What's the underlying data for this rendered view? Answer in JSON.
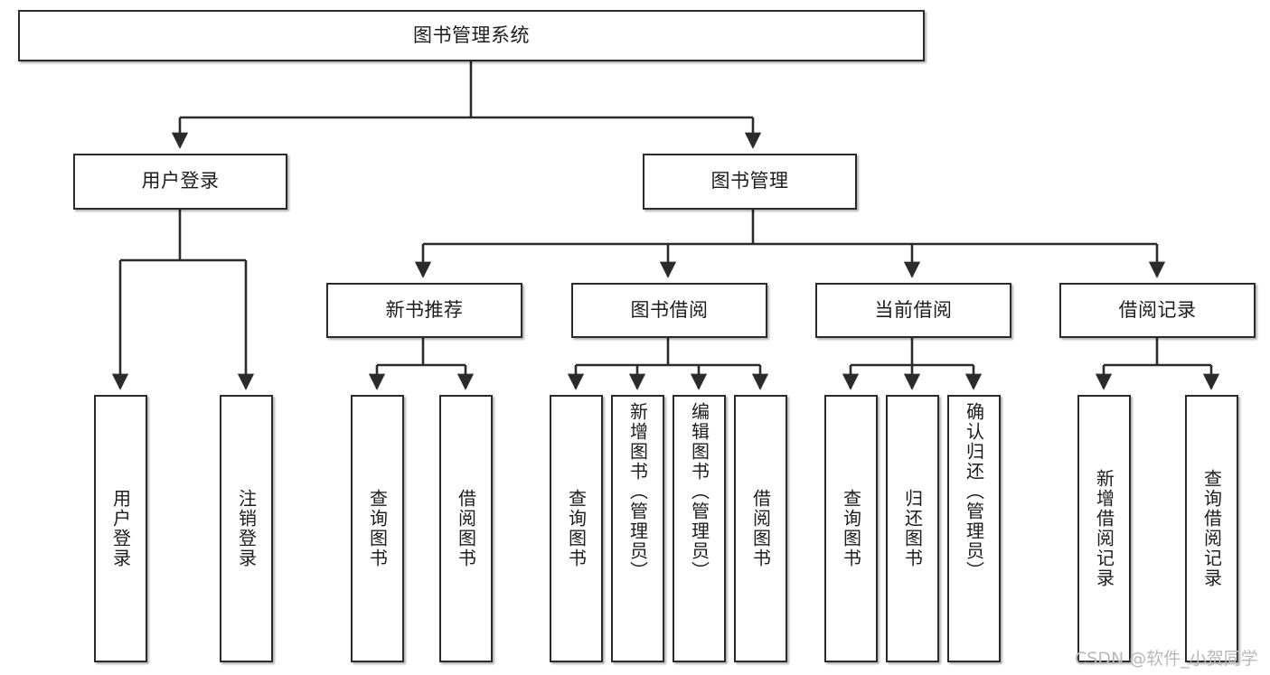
{
  "diagram": {
    "title": "图书管理系统",
    "root": {
      "id": "root",
      "label": "图书管理系统"
    },
    "level2": [
      {
        "id": "user-login",
        "label": "用户登录"
      },
      {
        "id": "book-manage",
        "label": "图书管理"
      }
    ],
    "level3": [
      {
        "id": "new-book-recommend",
        "label": "新书推荐",
        "parent": "book-manage"
      },
      {
        "id": "book-borrow",
        "label": "图书借阅",
        "parent": "book-manage"
      },
      {
        "id": "current-borrow",
        "label": "当前借阅",
        "parent": "book-manage"
      },
      {
        "id": "borrow-record",
        "label": "借阅记录",
        "parent": "book-manage"
      }
    ],
    "leaves": {
      "user-login": [
        {
          "id": "leaf-user-login",
          "label": "用户登录"
        },
        {
          "id": "leaf-logout",
          "label": "注销登录"
        }
      ],
      "new-book-recommend": [
        {
          "id": "leaf-query-book-1",
          "label": "查询图书"
        },
        {
          "id": "leaf-borrow-book-1",
          "label": "借阅图书"
        }
      ],
      "book-borrow": [
        {
          "id": "leaf-query-book-2",
          "label": "查询图书"
        },
        {
          "id": "leaf-add-book",
          "label": "新增图书（管理员）"
        },
        {
          "id": "leaf-edit-book",
          "label": "编辑图书（管理员）"
        },
        {
          "id": "leaf-borrow-book-2",
          "label": "借阅图书"
        }
      ],
      "current-borrow": [
        {
          "id": "leaf-query-book-3",
          "label": "查询图书"
        },
        {
          "id": "leaf-return-book",
          "label": "归还图书"
        },
        {
          "id": "leaf-confirm-return",
          "label": "确认归还（管理员）"
        }
      ],
      "borrow-record": [
        {
          "id": "leaf-add-record",
          "label": "新增借阅记录"
        },
        {
          "id": "leaf-query-record",
          "label": "查询借阅记录"
        }
      ]
    },
    "watermark": "CSDN @软件_小贺同学",
    "colors": {
      "stroke": "#2b2b2b",
      "fill": "#ffffff",
      "text": "#1d1d1d",
      "watermark": "#b8b8b8"
    }
  }
}
